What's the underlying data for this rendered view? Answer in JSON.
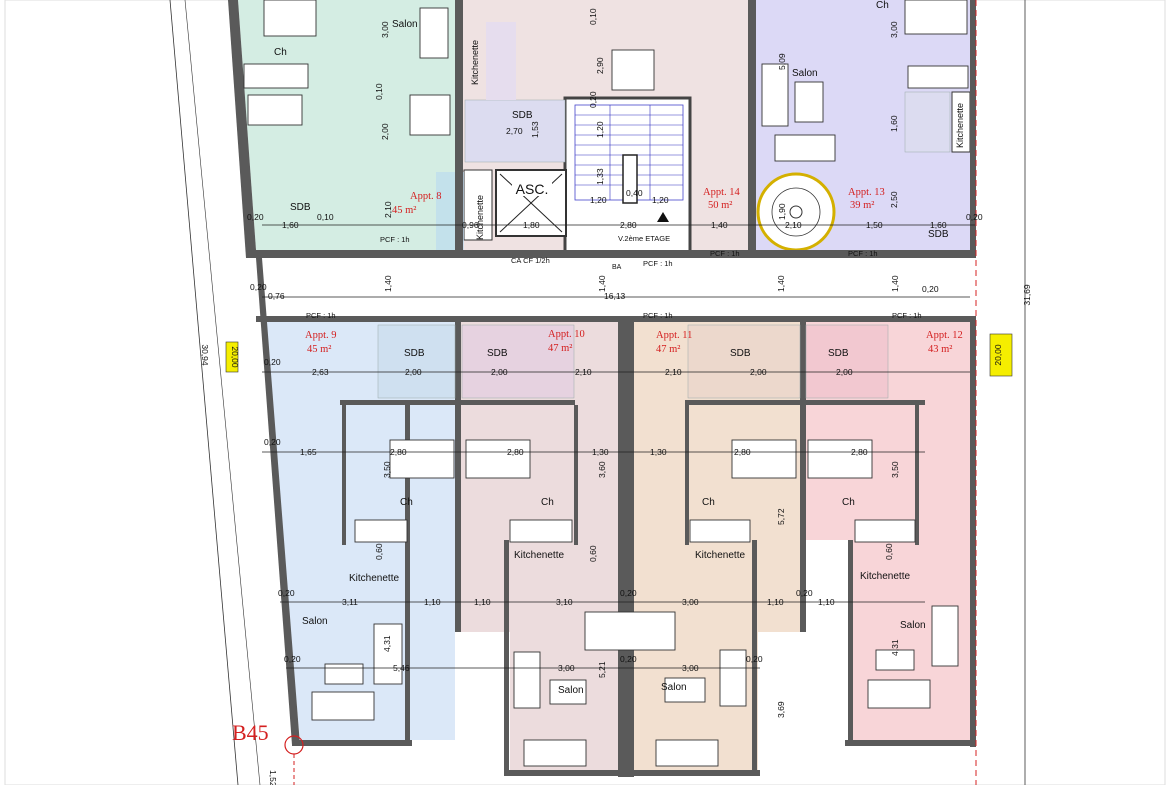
{
  "colors": {
    "appt8": "#d4ede3",
    "appt9": "#dbe8f8",
    "appt10": "#ecdcdd",
    "appt11": "#f2e0d0",
    "appt12": "#f8d5d8",
    "appt13": "#dcd9f6",
    "appt14": "#efe2e2",
    "wall": "#5a5a5a",
    "red": "#d42020",
    "yellow": "#f5ee00"
  },
  "apartments": {
    "a8": {
      "name": "Appt. 8",
      "area": "45 m²"
    },
    "a9": {
      "name": "Appt. 9",
      "area": "45 m²"
    },
    "a10": {
      "name": "Appt. 10",
      "area": "47 m²"
    },
    "a11": {
      "name": "Appt. 11",
      "area": "47 m²"
    },
    "a12": {
      "name": "Appt. 12",
      "area": "43 m²"
    },
    "a13": {
      "name": "Appt. 13",
      "area": "39 m²"
    },
    "a14": {
      "name": "Appt. 14",
      "area": "50 m²"
    }
  },
  "rooms": {
    "salon": "Salon",
    "ch": "Ch",
    "sdb": "SDB",
    "kitchenette": "Kitchenette",
    "asc": "ASC."
  },
  "labels": {
    "pcf": "PCF : 1h",
    "caf": "CA CF 1/2h",
    "v2": "V.2ème ETAGE",
    "ba": "BA",
    "b45": "B45",
    "side_left": "20,00",
    "side_right": "20,00",
    "overall_left": "30,94",
    "overall_right": "31,69",
    "corridor": "16,13",
    "bottom_small": "1,52"
  },
  "dims": {
    "d300": "3,00",
    "d010": "0,10",
    "d200": "2,00",
    "d210": "2,10",
    "d020": "0,20",
    "d160": "1,60",
    "d096": "0,96",
    "d270": "2,70",
    "d153": "1,53",
    "d120": "1,20",
    "d133": "1,33",
    "d040": "0,40",
    "d180": "1,80",
    "d280": "2,80",
    "d140": "1,40",
    "d190": "1,90",
    "d250": "2,50",
    "d150": "1,50",
    "d509": "5,09",
    "d290": "2,90",
    "d076": "0,76",
    "d263": "2,63",
    "d165": "1,65",
    "d350": "3,50",
    "d130": "1,30",
    "d360": "3,60",
    "d572": "5,72",
    "d060": "0,60",
    "d311": "3,11",
    "d110": "1,10",
    "d310": "3,10",
    "d546": "5,46",
    "d431": "4,31",
    "d521": "5,21",
    "d369": "3,69"
  }
}
